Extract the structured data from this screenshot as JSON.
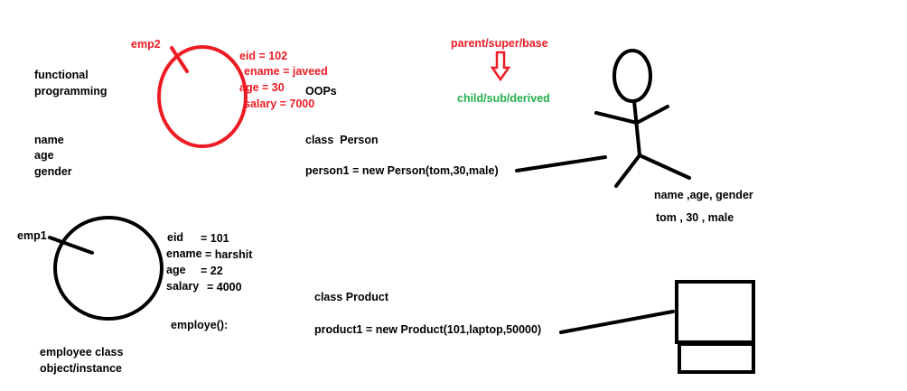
{
  "colors": {
    "ink": "#000000",
    "red": "#ed1c24",
    "green": "#22b14c",
    "background": "#ffffff"
  },
  "left_notes": {
    "functional_line1": "functional",
    "functional_line2": "programming",
    "attr_name": "name",
    "attr_age": "age",
    "attr_gender": "gender"
  },
  "emp2": {
    "label": "emp2",
    "eid": "eid = 102",
    "ename": "ename = javeed",
    "age": "age = 30",
    "salary": "salary = 7000"
  },
  "oops_label": "OOPs",
  "inheritance": {
    "parent": "parent/super/base",
    "child": "child/sub/derived"
  },
  "person": {
    "class_decl": "class  Person",
    "instance": "person1 = new Person(tom,30,male)",
    "attrs": "name ,age, gender",
    "values": "tom , 30 , male"
  },
  "emp1": {
    "label": "emp1",
    "eid_key": "eid",
    "eid_val": "= 101",
    "ename_key": "ename",
    "ename_val": "= harshit",
    "age_key": "age",
    "age_val": "= 22",
    "salary_key": "salary",
    "salary_val": "= 4000",
    "method": "employe():"
  },
  "employee_caption": {
    "line1": "employee class",
    "line2": "object/instance"
  },
  "product": {
    "class_decl": "class Product",
    "instance": "product1 = new Product(101,laptop,50000)"
  }
}
